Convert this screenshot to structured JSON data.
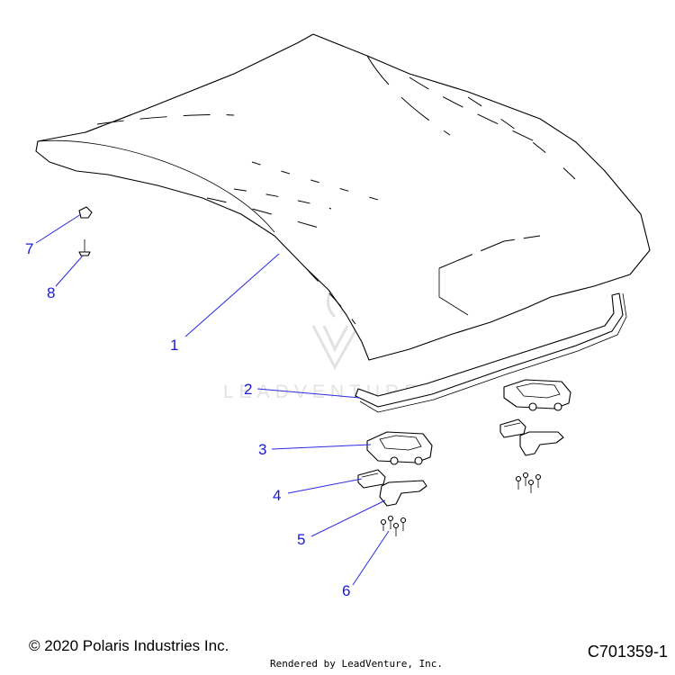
{
  "callouts": [
    {
      "number": "1"
    },
    {
      "number": "2"
    },
    {
      "number": "3"
    },
    {
      "number": "4"
    },
    {
      "number": "5"
    },
    {
      "number": "6"
    },
    {
      "number": "7"
    },
    {
      "number": "8"
    }
  ],
  "watermark": {
    "text": "LEADVENTURE"
  },
  "footer": {
    "copyright": "© 2020 Polaris Industries Inc.",
    "rendered_by": "Rendered by LeadVenture, Inc.",
    "diagram_code": "C701359-1"
  },
  "colors": {
    "callout": "#1a1ad6",
    "line_art": "#000000",
    "watermark": "#e2e2e2"
  }
}
